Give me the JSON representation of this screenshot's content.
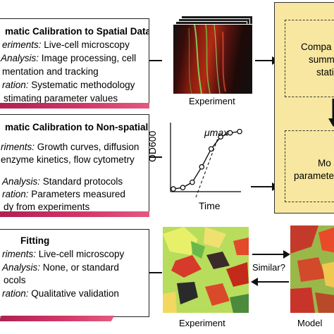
{
  "panel1": {
    "heading": "matic Calibration to Spatial Data",
    "lines": [
      {
        "italic": "eriments:",
        "text": " Live-cell microscopy"
      },
      {
        "italic": "Analysis:",
        "text": " Image processing, cell"
      },
      {
        "italic": "",
        "text": "mentation and tracking"
      },
      {
        "italic": "ration:",
        "text": " Systematic methodology"
      },
      {
        "italic": "",
        "text": "stimating parameter values"
      }
    ]
  },
  "panel2": {
    "heading": "matic Calibration to Non-spatial",
    "lines": [
      {
        "italic": "riments:",
        "text": " Growth curves, diffusion"
      },
      {
        "italic": "",
        "text": "enzyme kinetics, flow cytometry"
      },
      {
        "italic": "Analysis:",
        "text": " Standard protocols"
      },
      {
        "italic": "ration:",
        "text": " Parameters measured"
      },
      {
        "italic": "",
        "text": "dy from experiments"
      }
    ]
  },
  "panel3": {
    "heading": "Fitting",
    "lines": [
      {
        "italic": "riments:",
        "text": " Live-cell microscopy"
      },
      {
        "italic": "Analysis:",
        "text": " None, or standard"
      },
      {
        "italic": "",
        "text": "ocols"
      },
      {
        "italic": "ration:",
        "text": " Qualitative validation"
      }
    ]
  },
  "captions": {
    "experiment_top": "Experiment",
    "experiment_bottom": "Experiment",
    "model_bottom": "Model",
    "similar": "Similar?"
  },
  "plot": {
    "ylabel": "OD600",
    "xlabel": "Time",
    "annotation": "μmax"
  },
  "yellow_box": {
    "top_lines": [
      "Compa",
      "summ",
      "stati"
    ],
    "middle_lines": [
      "Mo",
      "paramete"
    ]
  },
  "chart_data": {
    "type": "scatter",
    "title": "",
    "xlabel": "Time",
    "ylabel": "OD600",
    "x": [
      0,
      1,
      2,
      3,
      4,
      5,
      6,
      7
    ],
    "y": [
      0.02,
      0.04,
      0.12,
      0.35,
      0.62,
      0.8,
      0.86,
      0.88
    ],
    "annotation": "μmax"
  },
  "colors": {
    "panel_stripe": "#c42a5c",
    "yellow_fill": "#f8e7a0"
  }
}
